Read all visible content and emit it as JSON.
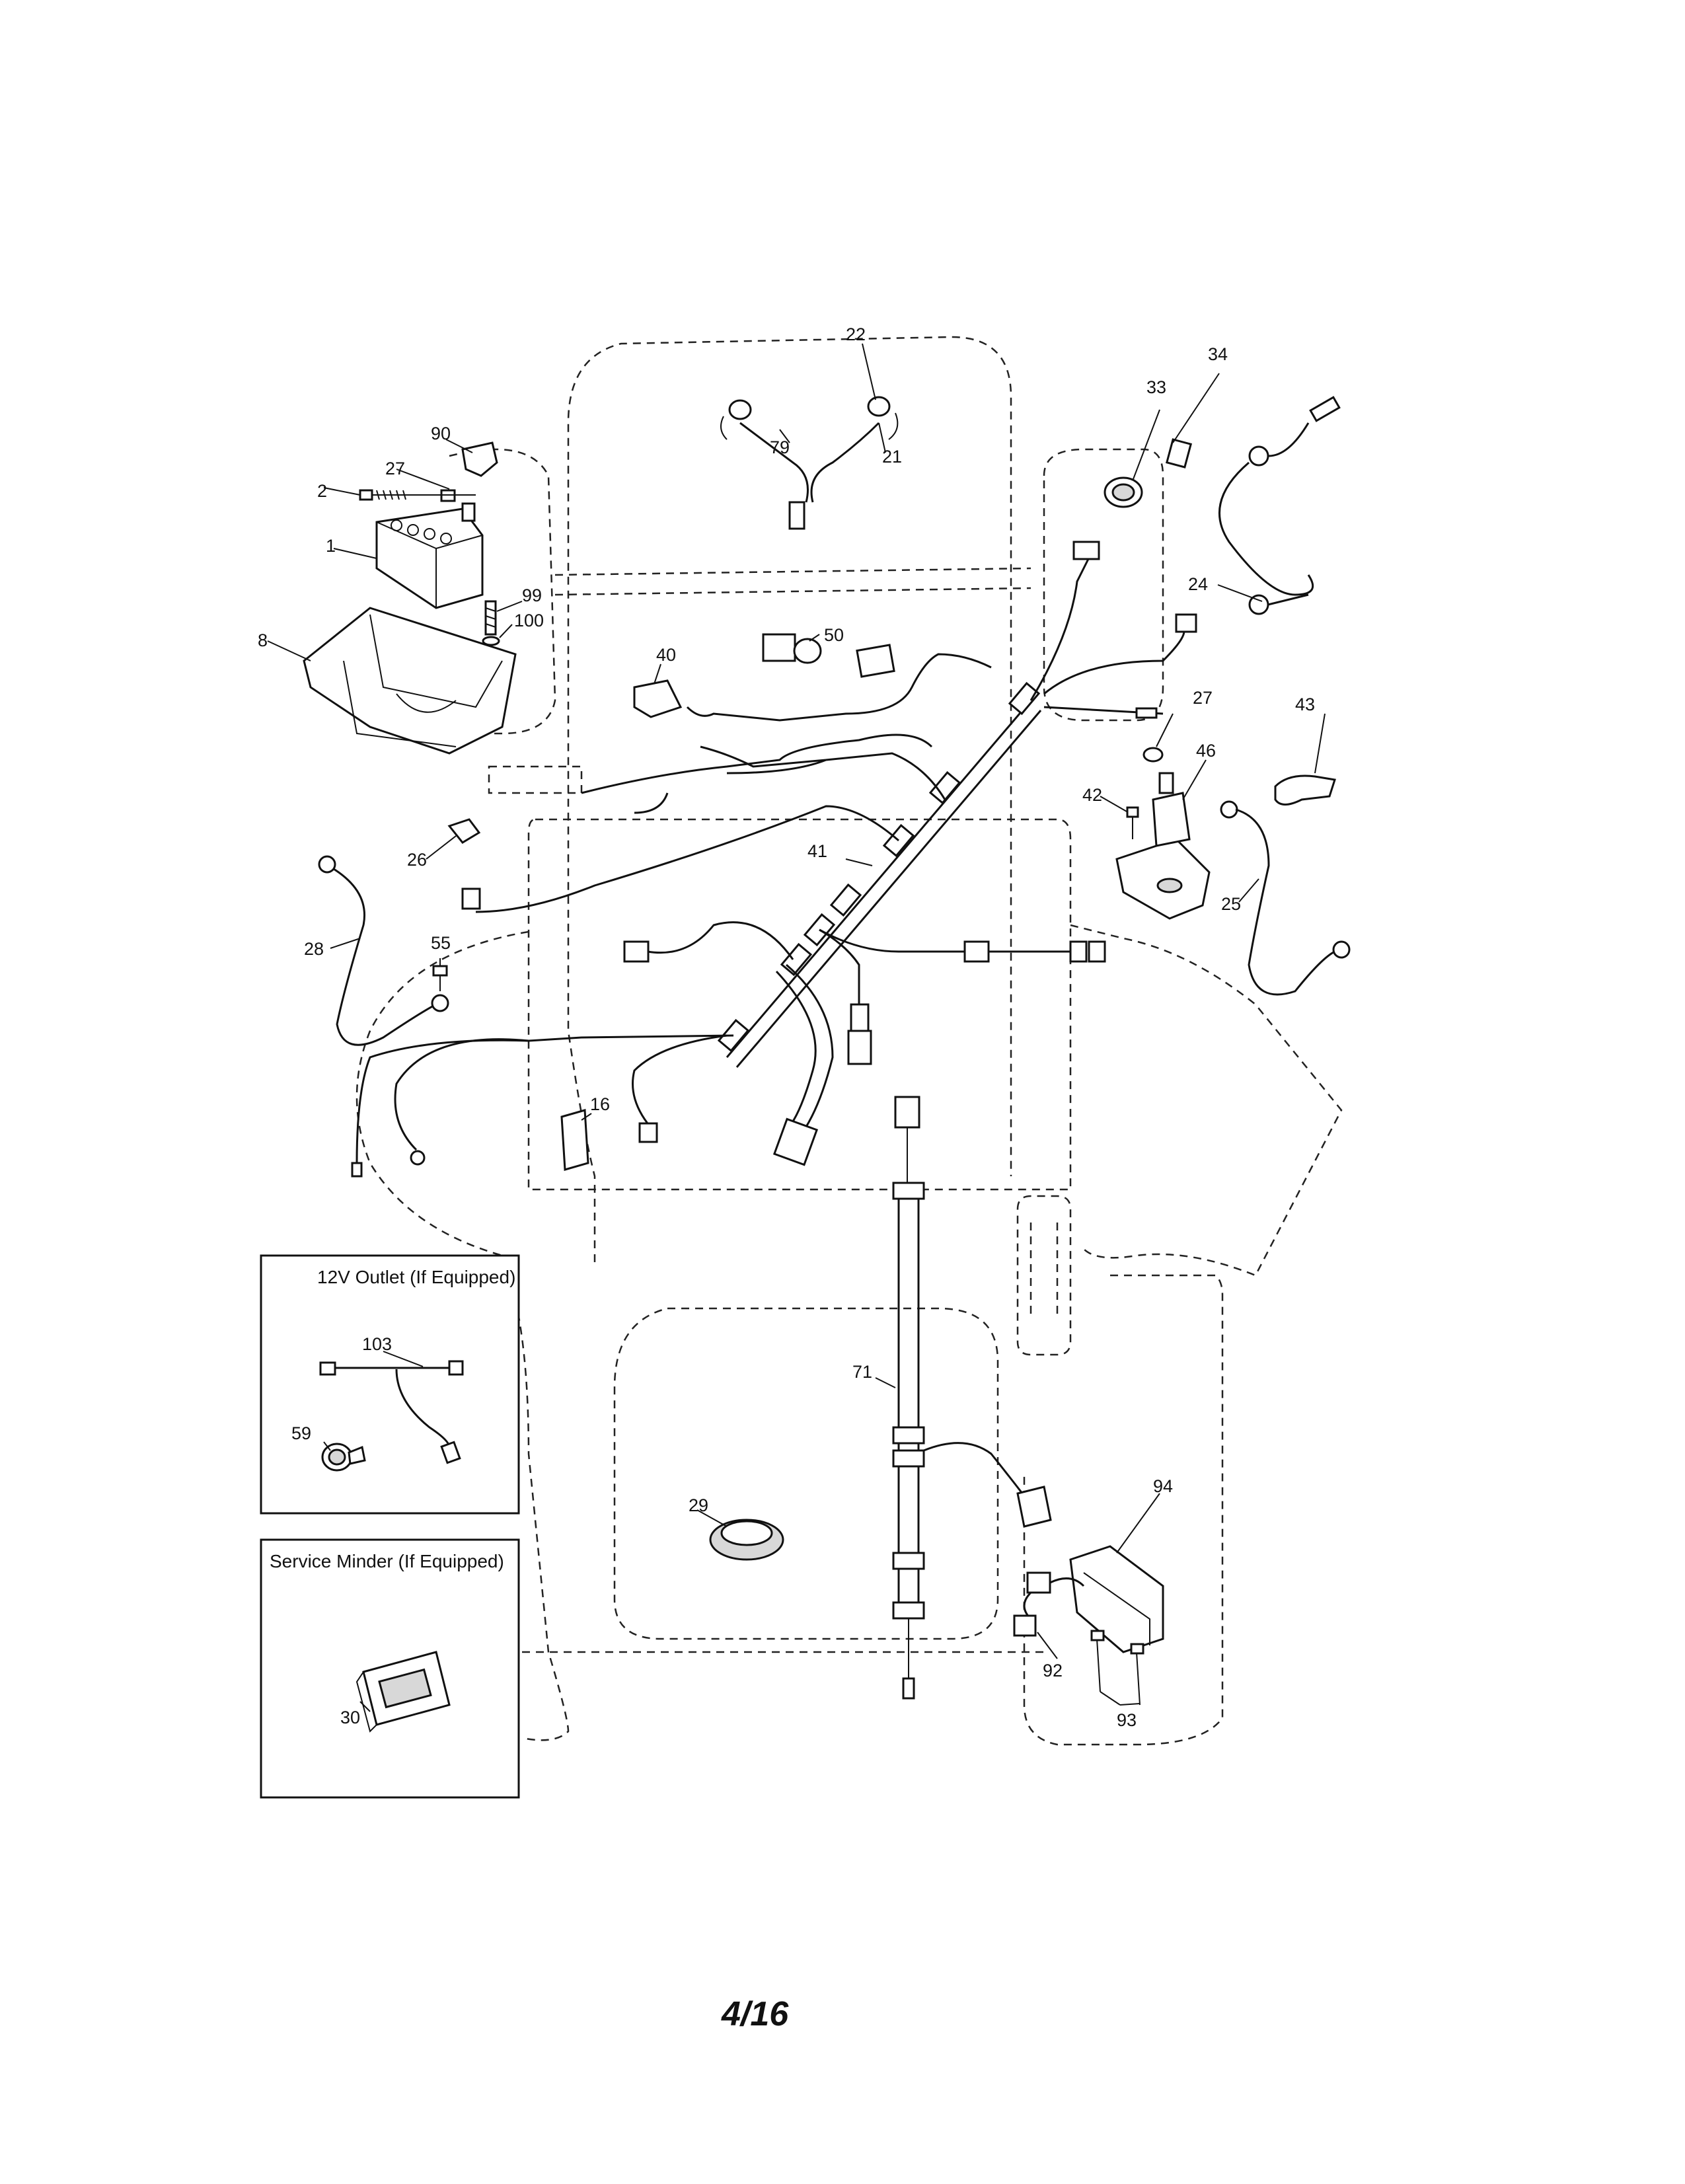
{
  "diagram": {
    "page_number": "4/16",
    "insets": [
      {
        "title": "12V Outlet (If Equipped)"
      },
      {
        "title": "Service Minder (If Equipped)"
      }
    ],
    "part_labels": [
      {
        "id": "1",
        "text": "1"
      },
      {
        "id": "2",
        "text": "2"
      },
      {
        "id": "8",
        "text": "8"
      },
      {
        "id": "16",
        "text": "16"
      },
      {
        "id": "21",
        "text": "21"
      },
      {
        "id": "22",
        "text": "22"
      },
      {
        "id": "24",
        "text": "24"
      },
      {
        "id": "25",
        "text": "25"
      },
      {
        "id": "26",
        "text": "26"
      },
      {
        "id": "27a",
        "text": "27"
      },
      {
        "id": "27b",
        "text": "27"
      },
      {
        "id": "28",
        "text": "28"
      },
      {
        "id": "29",
        "text": "29"
      },
      {
        "id": "30",
        "text": "30"
      },
      {
        "id": "33",
        "text": "33"
      },
      {
        "id": "34",
        "text": "34"
      },
      {
        "id": "40",
        "text": "40"
      },
      {
        "id": "41",
        "text": "41"
      },
      {
        "id": "42",
        "text": "42"
      },
      {
        "id": "43",
        "text": "43"
      },
      {
        "id": "46",
        "text": "46"
      },
      {
        "id": "50",
        "text": "50"
      },
      {
        "id": "55",
        "text": "55"
      },
      {
        "id": "59",
        "text": "59"
      },
      {
        "id": "71",
        "text": "71"
      },
      {
        "id": "79",
        "text": "79"
      },
      {
        "id": "90",
        "text": "90"
      },
      {
        "id": "92",
        "text": "92"
      },
      {
        "id": "93",
        "text": "93"
      },
      {
        "id": "94",
        "text": "94"
      },
      {
        "id": "99",
        "text": "99"
      },
      {
        "id": "100",
        "text": "100"
      },
      {
        "id": "103",
        "text": "103"
      }
    ]
  }
}
